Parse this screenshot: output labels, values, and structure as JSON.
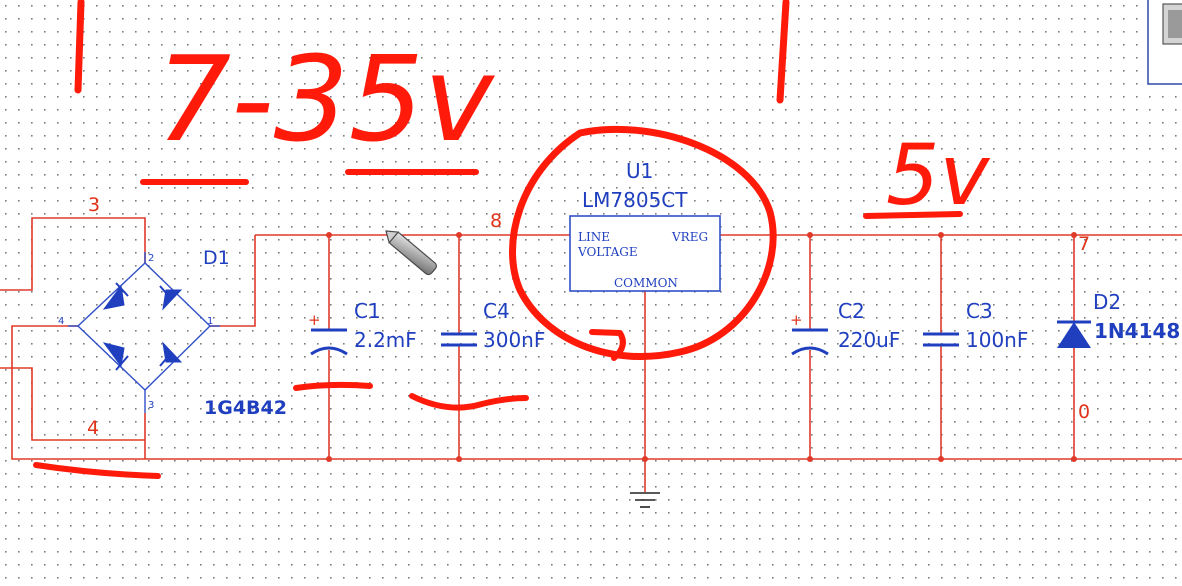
{
  "handwritten": {
    "input_range": "7-35v",
    "output": "5v"
  },
  "components": {
    "bridge": {
      "ref": "D1",
      "part": "1G4B42",
      "pins": [
        "1",
        "2",
        "3",
        "4"
      ]
    },
    "regulator": {
      "ref": "U1",
      "part": "LM7805CT",
      "pin_line": "LINE",
      "pin_voltage": "VOLTAGE",
      "pin_vreg": "VREG",
      "pin_common": "COMMON"
    },
    "c1": {
      "ref": "C1",
      "value": "2.2mF",
      "polarity": "+"
    },
    "c4": {
      "ref": "C4",
      "value": "300nF"
    },
    "c2": {
      "ref": "C2",
      "value": "220uF",
      "polarity": "+"
    },
    "c3": {
      "ref": "C3",
      "value": "100nF"
    },
    "d2": {
      "ref": "D2",
      "part": "1N4148"
    }
  },
  "nets": {
    "n3": "3",
    "n4": "4",
    "n8": "8",
    "n7": "7",
    "n0": "0"
  },
  "colors": {
    "wire": "#e03a2a",
    "component": "#3050c8",
    "label": "#1f3fbf",
    "annotation": "#ff1a0a",
    "grid_dot": "#7a7a7a"
  }
}
